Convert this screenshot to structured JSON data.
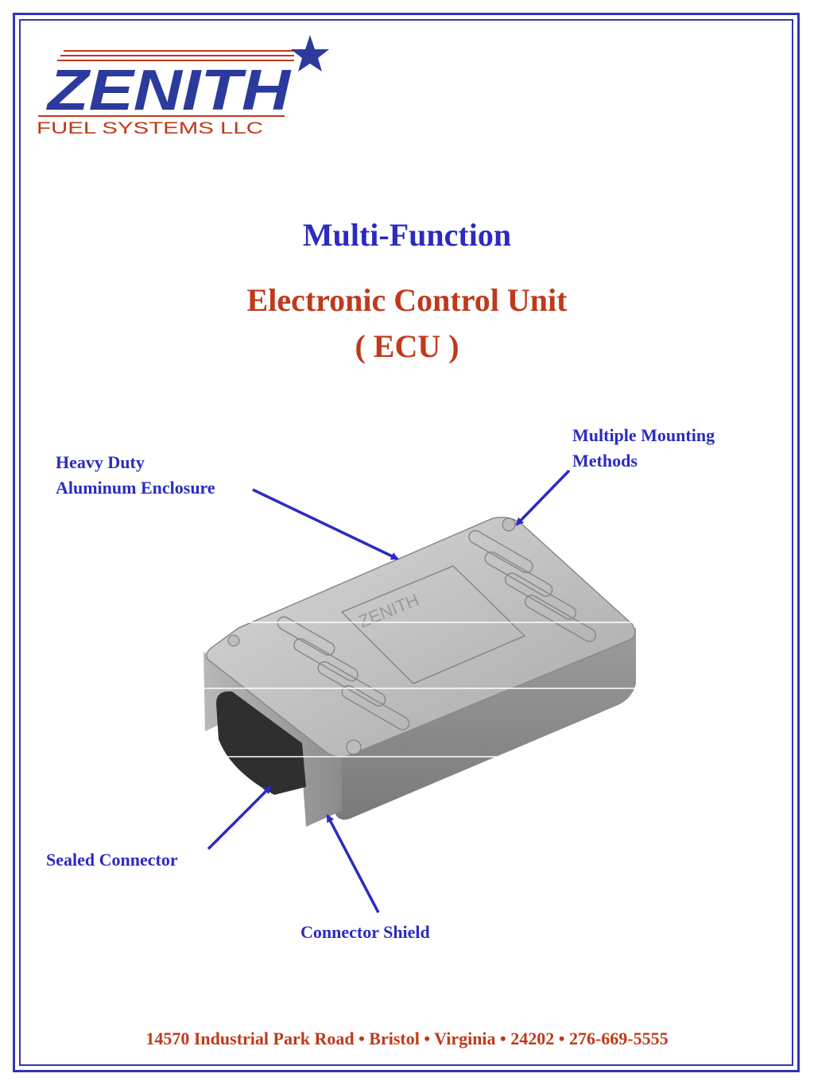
{
  "logo": {
    "brand": "ZENITH",
    "sub": "FUEL SYSTEMS LLC",
    "icon": "star-icon"
  },
  "header": {
    "title": "Multi-Function",
    "subtitle_line1": "Electronic Control Unit",
    "subtitle_line2": "( ECU )"
  },
  "callouts": {
    "enclosure_line1": "Heavy Duty",
    "enclosure_line2": "Aluminum Enclosure",
    "mounting_line1": "Multiple Mounting",
    "mounting_line2": "Methods",
    "connector": "Sealed Connector",
    "shield": "Connector Shield"
  },
  "device": {
    "engraving": "ZENITH"
  },
  "footer": {
    "address": "14570 Industrial Park Road • Bristol • Virginia • 24202 •  276-669-5555"
  },
  "colors": {
    "accent_blue": "#2b2bc0",
    "accent_red": "#c0391a",
    "border": "#3333bb"
  }
}
